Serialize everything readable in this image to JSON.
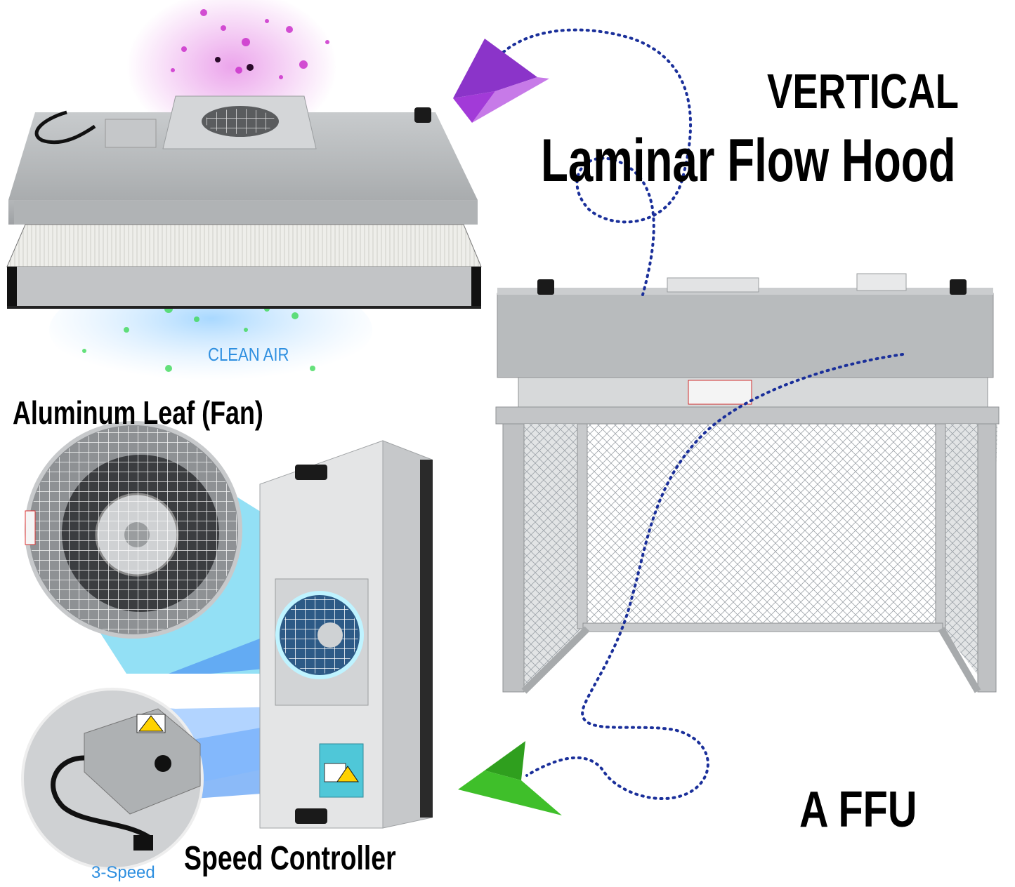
{
  "title": {
    "line1": "VERTICAL",
    "line2": "Laminar Flow Hood"
  },
  "labels": {
    "clean_air": "CLEAN AIR",
    "aluminum_leaf": "Aluminum Leaf (Fan)",
    "speed_controller": "Speed Controller",
    "three_speed": "3-Speed",
    "a_ffu": "A FFU"
  },
  "colors": {
    "purple_arrow": "#a23ad8",
    "green_arrow": "#3fbf2a",
    "dotted_path": "#1a2f9a",
    "clean_air_text": "#2e8fe0",
    "callout_light": "#7fd9f0",
    "callout_dark": "#3d7ff0",
    "metal": "#b9bcbf"
  },
  "icons": [
    "purple-arrow-icon",
    "green-arrow-icon",
    "fan-icon",
    "power-plug-icon",
    "warning-label-icon"
  ]
}
